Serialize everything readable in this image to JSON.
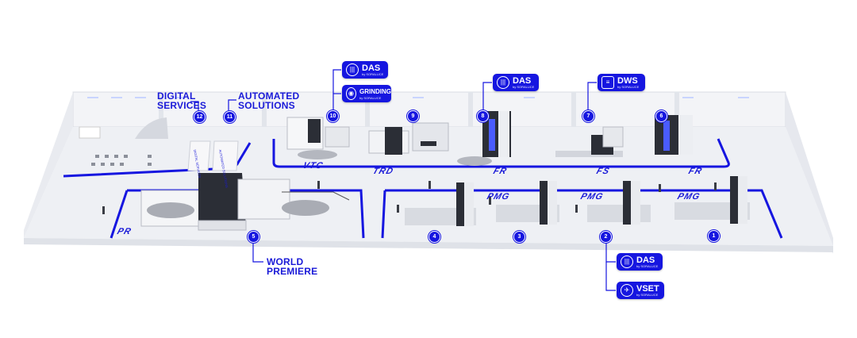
{
  "callouts": {
    "digital_services": [
      "DIGITAL",
      "SERVICES"
    ],
    "automated_solutions": [
      "AUTOMATED",
      "SOLUTIONS"
    ],
    "world_premiere": [
      "WORLD",
      "PREMIERE"
    ]
  },
  "pills": {
    "das_1": {
      "main": "DAS",
      "sub": "by SORALUCE"
    },
    "grinding": {
      "main": "GRINDING",
      "sub": "by SORALUCE"
    },
    "das_2": {
      "main": "DAS",
      "sub": "by SORALUCE"
    },
    "dws": {
      "main": "DWS",
      "sub": "by SORALUCE"
    },
    "das_3": {
      "main": "DAS",
      "sub": "by SORALUCE"
    },
    "vset": {
      "main": "VSET",
      "sub": "by SORALUCE"
    }
  },
  "badges": {
    "b1": "1",
    "b2": "2",
    "b3": "3",
    "b4": "4",
    "b5": "5",
    "b6": "6",
    "b7": "7",
    "b8": "8",
    "b9": "9",
    "b10": "10",
    "b11": "11",
    "b12": "12"
  },
  "zones": {
    "vtc": "VTC",
    "trd": "TRD",
    "fr_a": "FR",
    "fs": "FS",
    "fr_b": "FR",
    "pmg_a": "PMG",
    "pmg_b": "PMG",
    "pmg_c": "PMG",
    "pr": "PR"
  },
  "wall_texts": {
    "digital_services_wall": "DIGITAL SERVICES",
    "automated_wall": "AUTOMATED SOLUTIONS"
  },
  "colors": {
    "accent": "#1616e0",
    "floor": "#eef0f4",
    "wall": "#f4f5f8",
    "machine_dark": "#2b2e36"
  }
}
